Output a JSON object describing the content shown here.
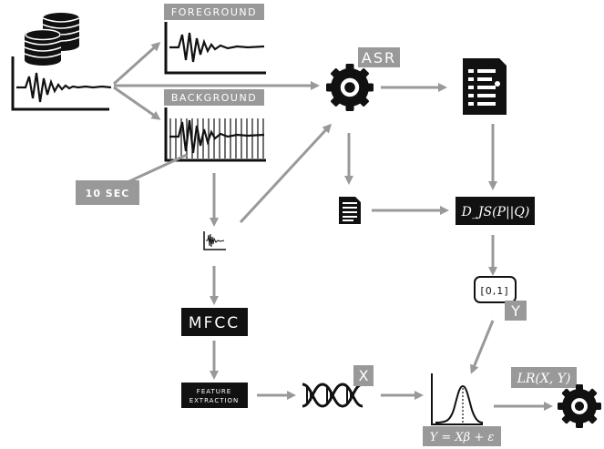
{
  "labels": {
    "foreground": "FOREGROUND",
    "background": "BACKGROUND",
    "ten_sec": "10 SEC",
    "asr": "ASR",
    "mfcc": "MFCC",
    "feature_line1": "FEATURE",
    "feature_line2": "EXTRACTION",
    "interval": "[0,1]",
    "y": "Y",
    "x": "X",
    "djs": "D_JS(P||Q)",
    "lr": "LR(X, Y)",
    "regression": "Y = Xβ + ε"
  },
  "colors": {
    "arrow": "#999999",
    "dark": "#1a1a1a",
    "label_bg": "#999999"
  },
  "icons": [
    "database-icon",
    "waveform-icon",
    "gear-icon",
    "document-icon",
    "dna-icon",
    "gaussian-curve-icon"
  ]
}
